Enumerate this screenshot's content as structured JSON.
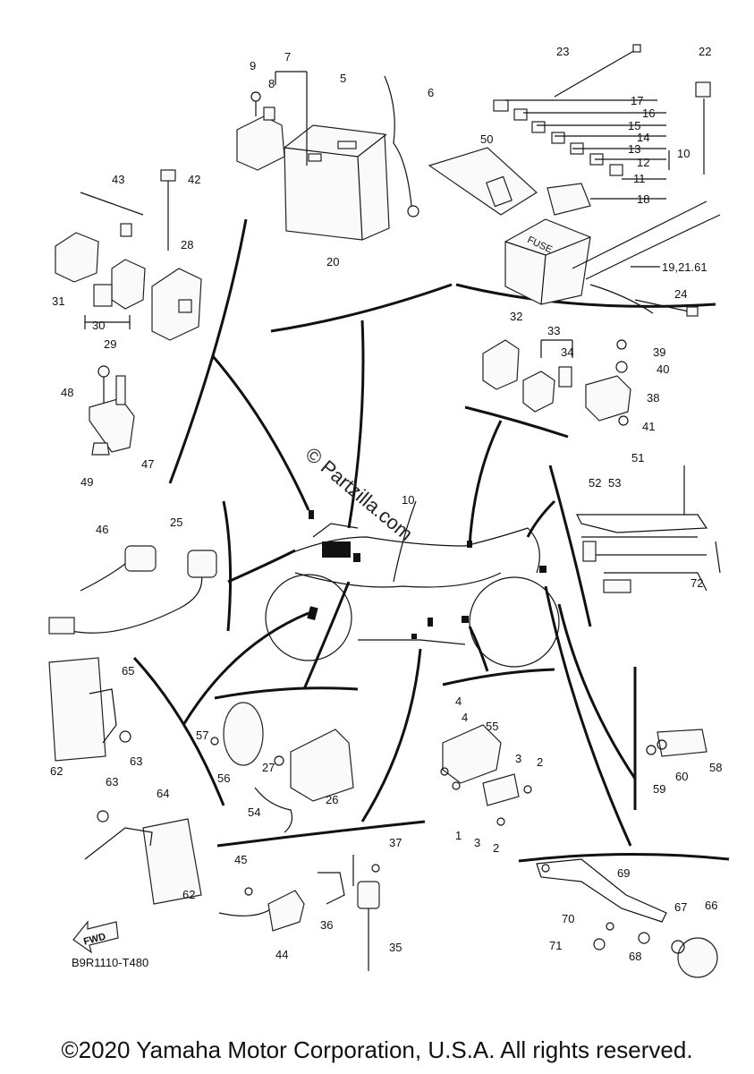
{
  "diagram": {
    "code": "B9R1110-T480",
    "fwd_label": "FWD",
    "fuse_label": "FUSE",
    "watermark": "© Partzilla.com",
    "copyright": "©2020 Yamaha Motor Corporation, U.S.A. All rights reserved.",
    "labels": {
      "p1": "1",
      "p2a": "2",
      "p2b": "2",
      "p3a": "3",
      "p3b": "3",
      "p4a": "4",
      "p4b": "4",
      "p5": "5",
      "p6": "6",
      "p7": "7",
      "p8": "8",
      "p9": "9",
      "p10a": "10",
      "p10b": "10",
      "p11": "11",
      "p12": "12",
      "p13": "13",
      "p14": "14",
      "p15": "15",
      "p16": "16",
      "p17": "17",
      "p18": "18",
      "p19": "19,21.61",
      "p20": "20",
      "p22": "22",
      "p23": "23",
      "p24": "24",
      "p25": "25",
      "p26": "26",
      "p27": "27",
      "p28": "28",
      "p29": "29",
      "p30": "30",
      "p31": "31",
      "p32": "32",
      "p33": "33",
      "p34": "34",
      "p35": "35",
      "p36": "36",
      "p37": "37",
      "p38": "38",
      "p39": "39",
      "p40": "40",
      "p41": "41",
      "p42": "42",
      "p43": "43",
      "p44": "44",
      "p45": "45",
      "p46": "46",
      "p47": "47",
      "p48": "48",
      "p49": "49",
      "p50": "50",
      "p51": "51",
      "p52": "52",
      "p53": "53",
      "p54": "54",
      "p55": "55",
      "p56": "56",
      "p57": "57",
      "p58": "58",
      "p59": "59",
      "p60": "60",
      "p62a": "62",
      "p62b": "62",
      "p63a": "63",
      "p63b": "63",
      "p64": "64",
      "p65": "65",
      "p66": "66",
      "p67": "67",
      "p68": "68",
      "p69": "69",
      "p70": "70",
      "p71": "71",
      "p72": "72"
    }
  }
}
